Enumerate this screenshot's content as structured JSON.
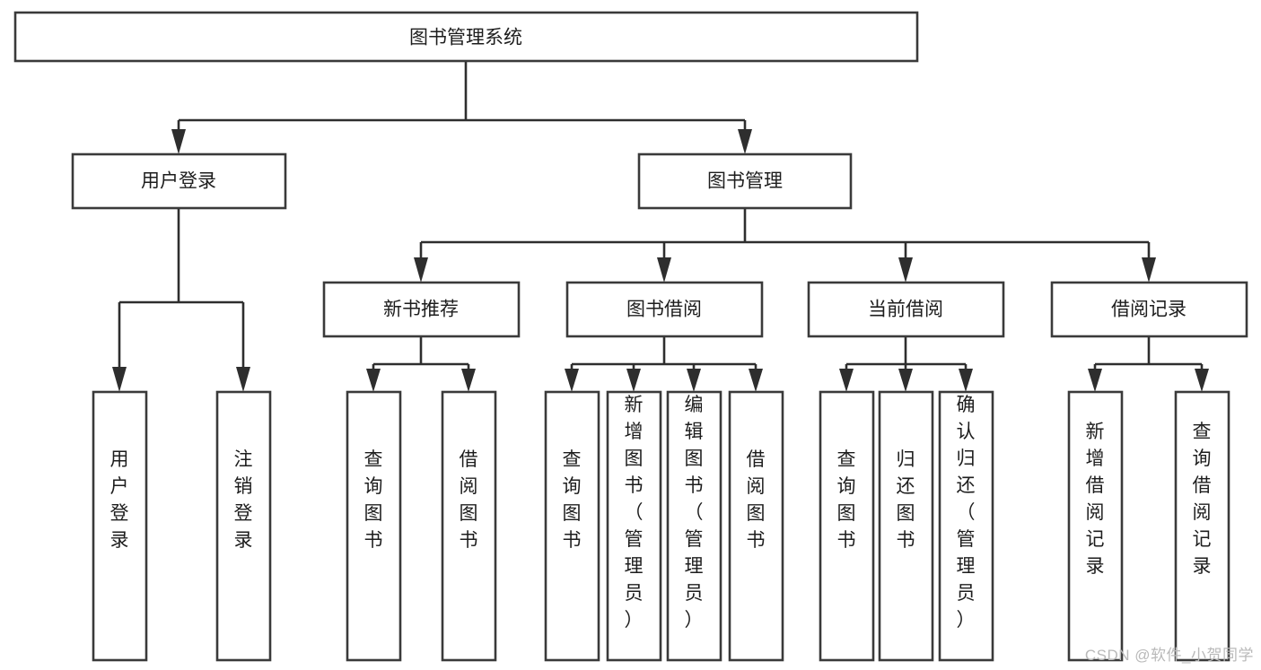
{
  "diagram": {
    "type": "tree-hierarchy-chart",
    "title": "图书管理系统",
    "watermark": "CSDN @软件_小贺同学",
    "colors": {
      "box_fill": "#ffffff",
      "box_stroke": "#3a3a3a",
      "connector": "#2e2e2e",
      "text": "#1d1d1d",
      "watermark": "#b9b9b9",
      "background": "#ffffff"
    },
    "levels": {
      "root": "图书管理系统",
      "level2": [
        "用户登录",
        "图书管理"
      ],
      "level3": [
        "新书推荐",
        "图书借阅",
        "当前借阅",
        "借阅记录"
      ]
    },
    "nodes": {
      "root": {
        "label": "图书管理系统",
        "orientation": "horizontal"
      },
      "user_login": {
        "label": "用户登录",
        "orientation": "horizontal"
      },
      "book_manage": {
        "label": "图书管理",
        "orientation": "horizontal"
      },
      "new_book_rec": {
        "label": "新书推荐",
        "orientation": "horizontal"
      },
      "book_borrow": {
        "label": "图书借阅",
        "orientation": "horizontal"
      },
      "current_borrow": {
        "label": "当前借阅",
        "orientation": "horizontal"
      },
      "borrow_record": {
        "label": "借阅记录",
        "orientation": "horizontal"
      },
      "leaf_user_login": {
        "label": "用户登录",
        "orientation": "vertical"
      },
      "leaf_logout": {
        "label": "注销登录",
        "orientation": "vertical"
      },
      "leaf_query_book_1": {
        "label": "查询图书",
        "orientation": "vertical"
      },
      "leaf_borrow_book_1": {
        "label": "借阅图书",
        "orientation": "vertical"
      },
      "leaf_query_book_2": {
        "label": "查询图书",
        "orientation": "vertical"
      },
      "leaf_add_book": {
        "label": "新增图书（管理员）",
        "orientation": "vertical"
      },
      "leaf_edit_book": {
        "label": "编辑图书（管理员）",
        "orientation": "vertical"
      },
      "leaf_borrow_book_2": {
        "label": "借阅图书",
        "orientation": "vertical"
      },
      "leaf_query_book_3": {
        "label": "查询图书",
        "orientation": "vertical"
      },
      "leaf_return_book": {
        "label": "归还图书",
        "orientation": "vertical"
      },
      "leaf_confirm_return": {
        "label": "确认归还（管理员）",
        "orientation": "vertical"
      },
      "leaf_add_record": {
        "label": "新增借阅记录",
        "orientation": "vertical"
      },
      "leaf_query_record": {
        "label": "查询借阅记录",
        "orientation": "vertical"
      }
    },
    "edges": [
      {
        "from": "root",
        "to": "user_login"
      },
      {
        "from": "root",
        "to": "book_manage"
      },
      {
        "from": "user_login",
        "to": "leaf_user_login"
      },
      {
        "from": "user_login",
        "to": "leaf_logout"
      },
      {
        "from": "book_manage",
        "to": "new_book_rec"
      },
      {
        "from": "book_manage",
        "to": "book_borrow"
      },
      {
        "from": "book_manage",
        "to": "current_borrow"
      },
      {
        "from": "book_manage",
        "to": "borrow_record"
      },
      {
        "from": "new_book_rec",
        "to": "leaf_query_book_1"
      },
      {
        "from": "new_book_rec",
        "to": "leaf_borrow_book_1"
      },
      {
        "from": "book_borrow",
        "to": "leaf_query_book_2"
      },
      {
        "from": "book_borrow",
        "to": "leaf_add_book"
      },
      {
        "from": "book_borrow",
        "to": "leaf_edit_book"
      },
      {
        "from": "book_borrow",
        "to": "leaf_borrow_book_2"
      },
      {
        "from": "current_borrow",
        "to": "leaf_query_book_3"
      },
      {
        "from": "current_borrow",
        "to": "leaf_return_book"
      },
      {
        "from": "current_borrow",
        "to": "leaf_confirm_return"
      },
      {
        "from": "borrow_record",
        "to": "leaf_add_record"
      },
      {
        "from": "borrow_record",
        "to": "leaf_query_record"
      }
    ]
  }
}
